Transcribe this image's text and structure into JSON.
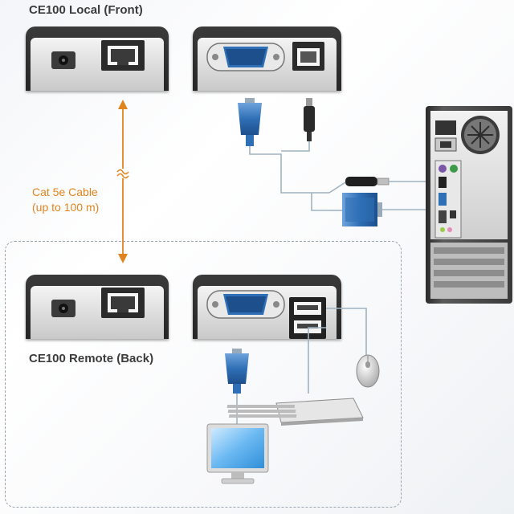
{
  "labels": {
    "local_unit": "CE100 Local (Front)",
    "remote_unit": "CE100 Remote (Back)",
    "cable_line1": "Cat 5e Cable",
    "cable_line2": "(up to 100 m)"
  },
  "colors": {
    "cable_accent": "#e2841e",
    "vga_blue": "#2f6fb5",
    "unit_body": "#2c2c2c",
    "connection_line": "#9fb3c2",
    "zone_border": "#9aa4ad"
  }
}
